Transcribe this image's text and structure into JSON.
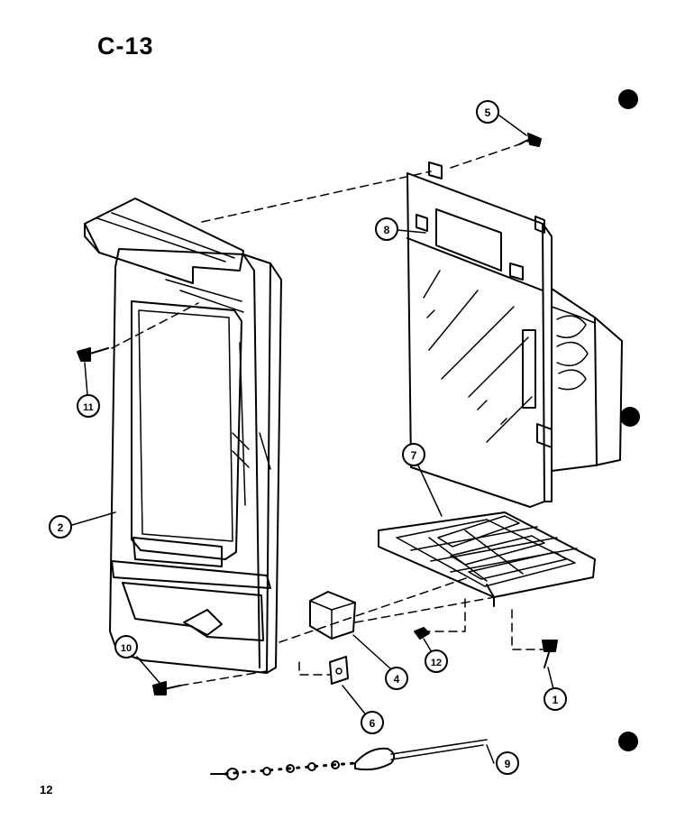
{
  "diagram": {
    "title": "C-13",
    "page_number": "12",
    "callouts": [
      "5",
      "8",
      "11",
      "2",
      "7",
      "4",
      "12",
      "1",
      "10",
      "6",
      "9"
    ],
    "colors": {
      "ink": "#000000",
      "paper": "#ffffff"
    }
  }
}
